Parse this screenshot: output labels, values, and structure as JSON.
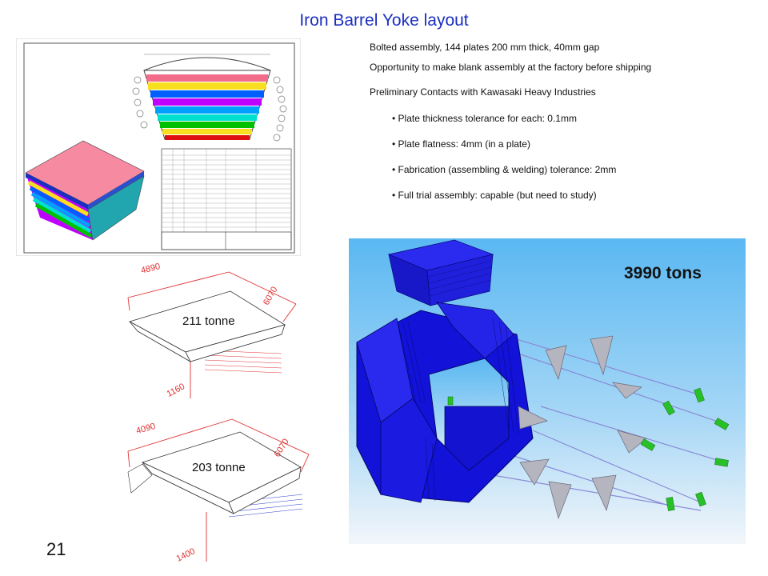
{
  "title": "Iron Barrel Yoke layout",
  "bullets": [
    "Bolted assembly, 144 plates 200 mm thick, 40mm gap",
    "Opportunity to make blank assembly at the factory before shipping",
    "Preliminary Contacts with Kawasaki Heavy Industries"
  ],
  "sub_bullets": [
    "• Plate thickness tolerance for each: 0.1mm",
    "• Plate flatness: 4mm (in a plate)",
    "• Fabrication (assembling & welding) tolerance: 2mm",
    "• Full trial assembly: capable (but need to study)"
  ],
  "drawing_top": {
    "dim_a": "4890",
    "dim_b": "6070",
    "dim_h": "1160",
    "mass": "211 tonne"
  },
  "drawing_bottom": {
    "dim_a": "4090",
    "dim_b": "6070",
    "dim_h": "1400",
    "mass": "203 tonne"
  },
  "total_mass": "3990 tons",
  "page_number": "21",
  "colors": {
    "title": "#1a2fc0",
    "yoke_blue": "#1010e0",
    "sky": "#6fc3f5",
    "dimension_red": "#e03030",
    "plate_colors": [
      "#f26d8a",
      "#f8e020",
      "#0060ff",
      "#c000ff",
      "#00a0ff",
      "#00e0d0",
      "#00c000",
      "#f8e020",
      "#e01010"
    ]
  }
}
